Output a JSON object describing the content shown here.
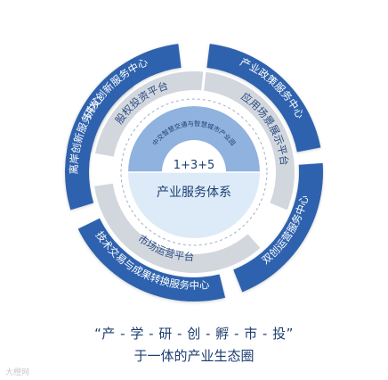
{
  "outer_segments": [
    "研发创新服务中心",
    "产业政策服务中心",
    "双创运营服务中心",
    "技术交易与成果转换服务中心",
    "离岸创新服务中心"
  ],
  "middle_segments": [
    "股权投资平台",
    "应用场景展示平台",
    "市场运营平台"
  ],
  "core": {
    "arc_text": "中交智慧交通与智慧城市产业园",
    "formula": "1+3+5",
    "label": "产业服务体系"
  },
  "caption": {
    "line1": "“产 - 学 - 研 - 创 - 孵 - 市 - 投”",
    "line2": "于一体的产业生态圈"
  },
  "watermark": "大橙网",
  "colors": {
    "outer_ring": "#2f62ae",
    "middle_ring": "#d2d7de",
    "inner_ring": "#ffffff",
    "core_top": "#8fb2de",
    "core_bottom": "#dcebf7",
    "dark_text": "#2c4c82"
  }
}
